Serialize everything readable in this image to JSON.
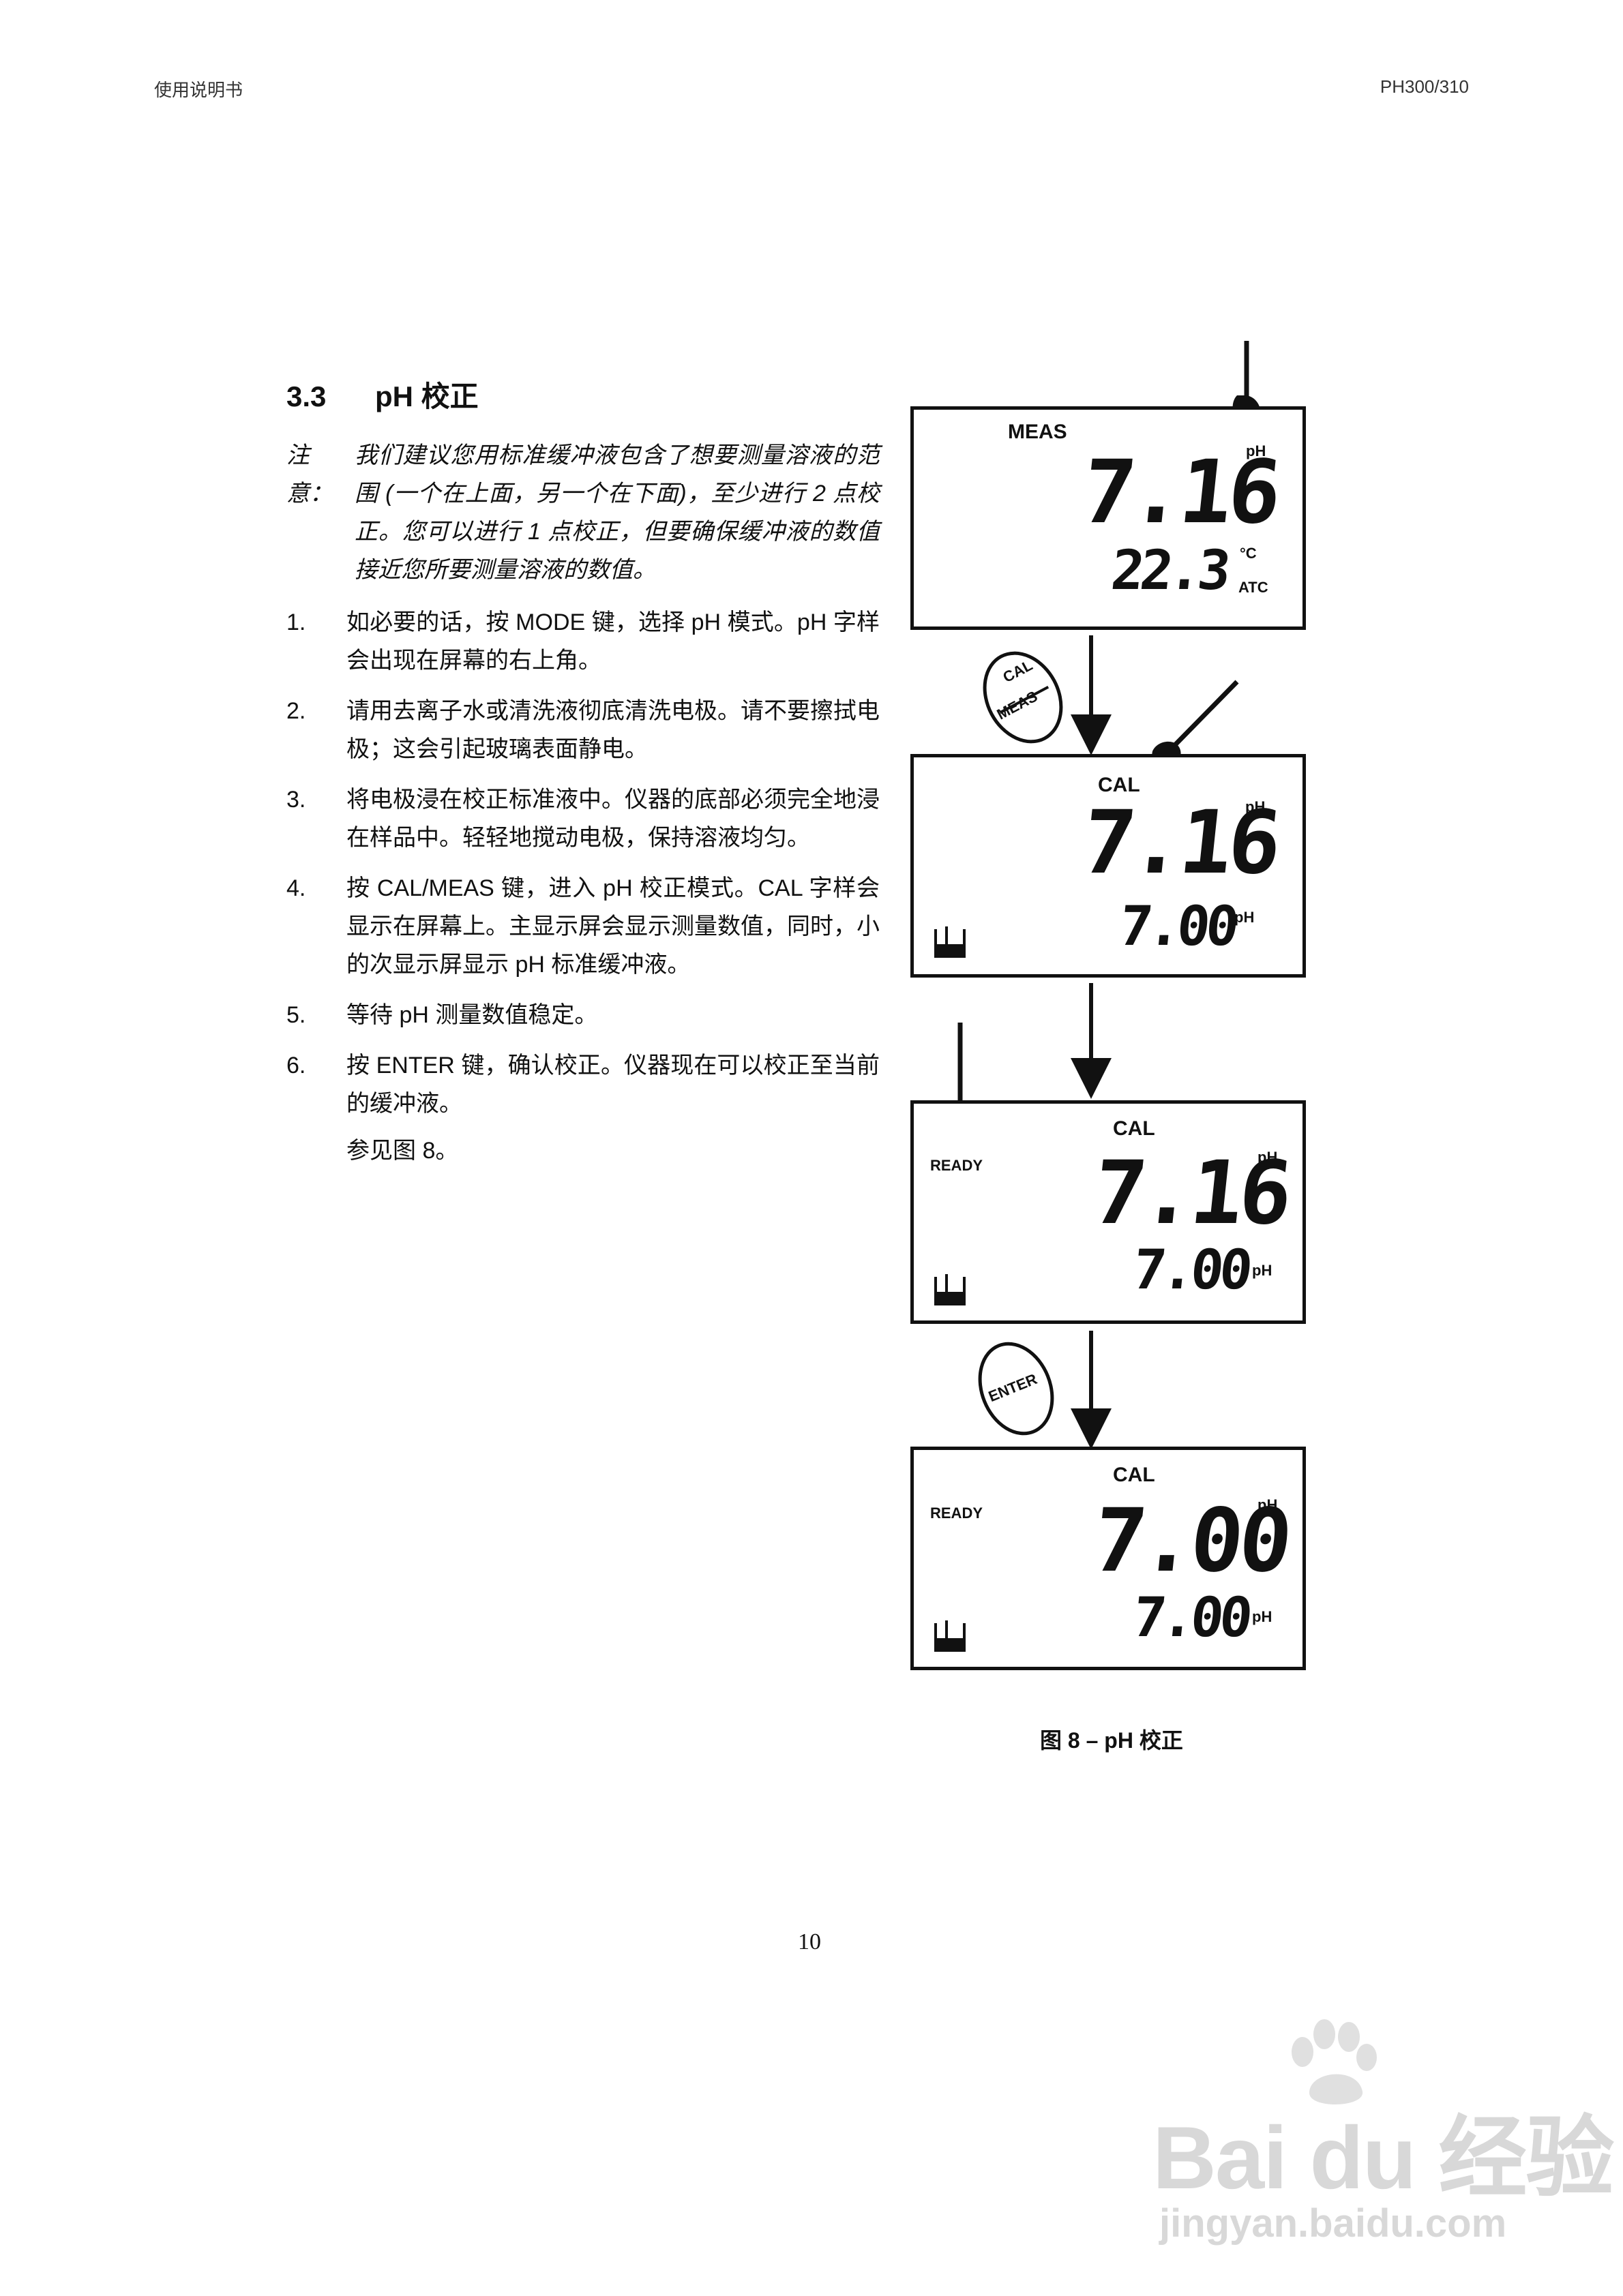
{
  "header": {
    "left": "使用说明书",
    "right": "PH300/310"
  },
  "section": {
    "number": "3.3",
    "title": "pH 校正"
  },
  "note": {
    "label": "注意：",
    "text": "我们建议您用标准缓冲液包含了想要测量溶液的范围 (一个在上面，另一个在下面)，至少进行 2 点校正。您可以进行 1 点校正，但要确保缓冲液的数值接近您所要测量溶液的数值。"
  },
  "steps": [
    {
      "num": "1.",
      "text": "如必要的话，按 MODE 键，选择 pH 模式。pH 字样会出现在屏幕的右上角。"
    },
    {
      "num": "2.",
      "text": "请用去离子水或清洗液彻底清洗电极。请不要擦拭电极；这会引起玻璃表面静电。"
    },
    {
      "num": "3.",
      "text": "将电极浸在校正标准液中。仪器的底部必须完全地浸在样品中。轻轻地搅动电极，保持溶液均匀。"
    },
    {
      "num": "4.",
      "text": "按 CAL/MEAS 键，进入 pH 校正模式。CAL 字样会显示在屏幕上。主显示屏会显示测量数值，同时，小的次显示屏显示 pH 标准缓冲液。"
    },
    {
      "num": "5.",
      "text": "等待 pH 测量数值稳定。"
    },
    {
      "num": "6.",
      "text": "按 ENTER 键，确认校正。仪器现在可以校正至当前的缓冲液。"
    }
  ],
  "see_also": "参见图 8。",
  "displays": [
    {
      "mode": "MEAS",
      "unit": "pH",
      "main": "7.16",
      "sub": "22.3",
      "sub_unit_top": "°C",
      "sub_unit_bottom": "ATC"
    },
    {
      "mode": "CAL",
      "unit": "pH",
      "main": "7.16",
      "sub": "7.00",
      "sub_unit": "pH"
    },
    {
      "mode": "CAL",
      "status": "READY",
      "unit": "pH",
      "main": "7.16",
      "sub": "7.00",
      "sub_unit": "pH"
    },
    {
      "mode": "CAL",
      "status": "READY",
      "unit": "pH",
      "main": "7.00",
      "sub": "7.00",
      "sub_unit": "pH"
    }
  ],
  "keys": {
    "cal_top": "CAL",
    "cal_bottom": "MEAS",
    "enter": "ENTER"
  },
  "caption": "图 8 – pH 校正",
  "page_number": "10",
  "watermark": {
    "logo": "Bai du 经验",
    "url": "jingyan.baidu.com"
  }
}
